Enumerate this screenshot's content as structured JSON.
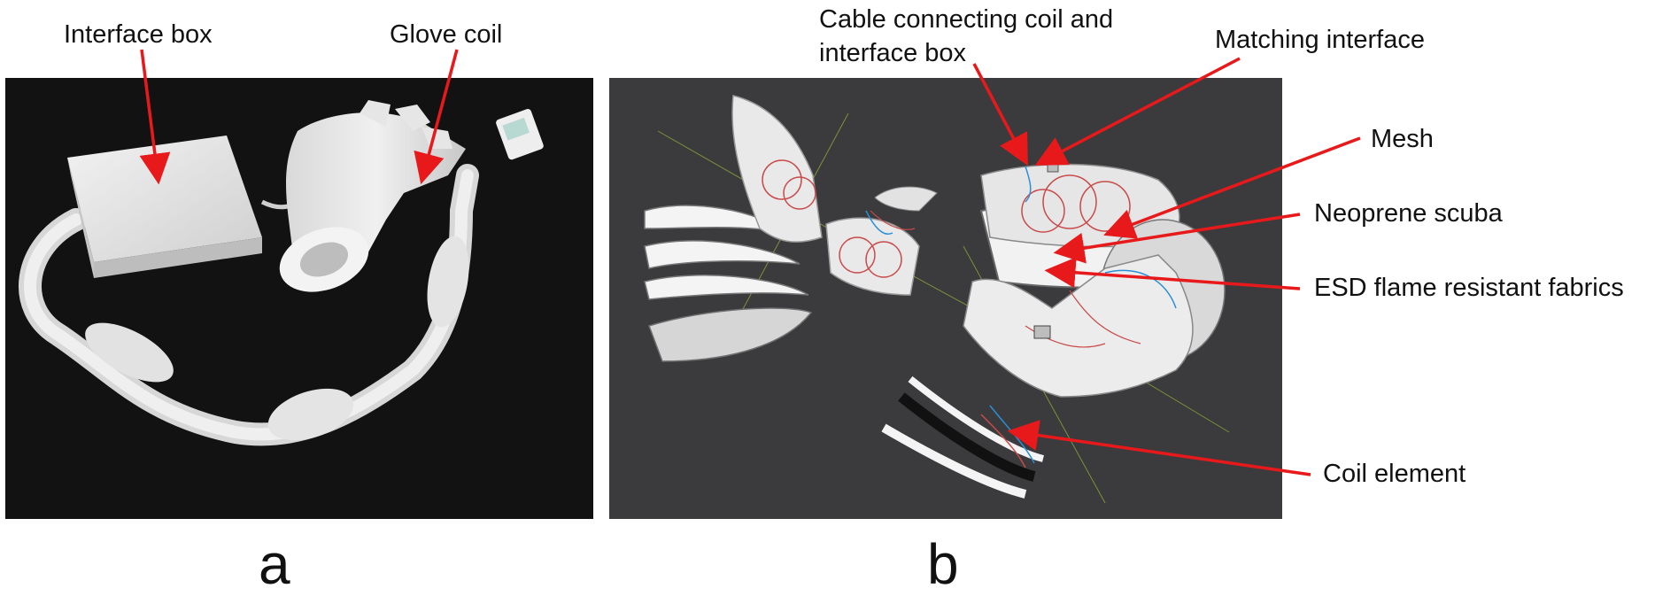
{
  "panels": {
    "a": {
      "letter": "a",
      "labels": {
        "interface_box": "Interface box",
        "glove_coil": "Glove coil"
      }
    },
    "b": {
      "letter": "b",
      "labels": {
        "cable_line1": "Cable connecting coil and",
        "cable_line2": "interface box",
        "matching_interface": "Matching interface",
        "mesh": "Mesh",
        "neoprene": "Neoprene scuba",
        "esd": "ESD flame resistant fabrics",
        "coil_element": "Coil element"
      }
    }
  },
  "colors": {
    "arrow": "#e8191b",
    "photo_a_background": "#121212",
    "photo_b_background": "#3b3b3d",
    "fabric": "#e9e9e9",
    "coil_trace": "#c94a4a",
    "wire": "#2a8fd6",
    "guide_line": "#8aa83a"
  }
}
